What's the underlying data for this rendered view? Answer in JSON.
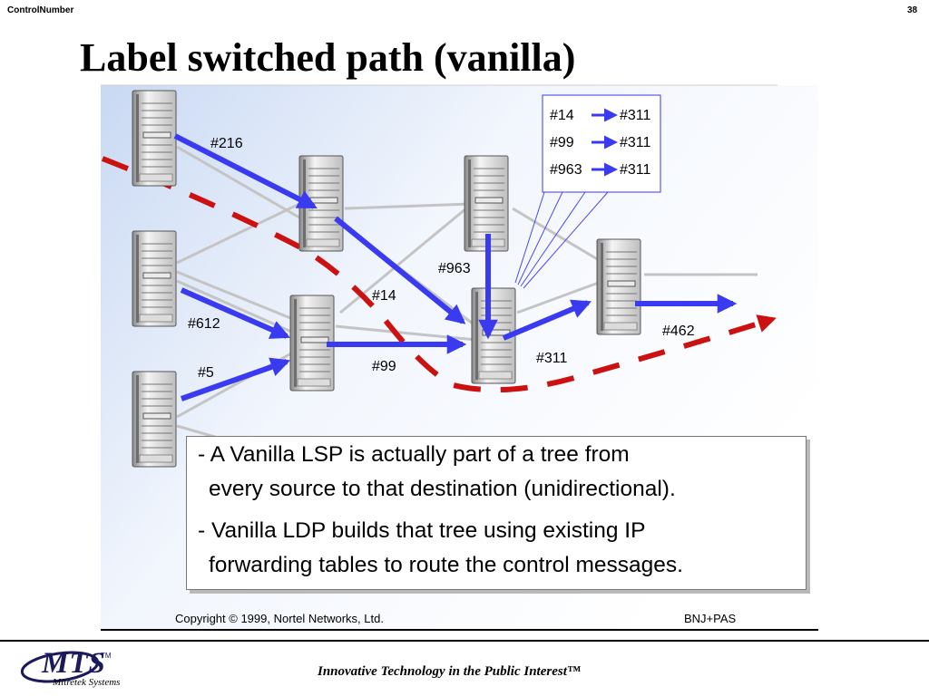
{
  "header": {
    "left_label": "ControlNumber",
    "page_number": "38"
  },
  "slide_title": "Label switched path (vanilla)",
  "diagram": {
    "labels": {
      "l216": "#216",
      "l612": "#612",
      "l5": "#5",
      "l14": "#14",
      "l99": "#99",
      "l963": "#963",
      "l311": "#311",
      "l462": "#462"
    },
    "table": [
      {
        "in": "#14",
        "out": "#311"
      },
      {
        "in": "#99",
        "out": "#311"
      },
      {
        "in": "#963",
        "out": "#311"
      }
    ],
    "colors": {
      "arrow": "#3a3af0",
      "dashed_path": "#cc1111",
      "link": "#c4c4c4",
      "background_start": "#c9d9f3"
    }
  },
  "note": {
    "line1": "- A Vanilla LSP is actually part of a tree from",
    "line2": "every source to that destination (unidirectional).",
    "line3": "- Vanilla LDP builds that tree using existing IP",
    "line4": "forwarding tables to route the control messages."
  },
  "copyright": "Copyright  © 1999, Nortel Networks, Ltd.",
  "credit": "BNJ+PAS",
  "footer": {
    "logo": "MTS",
    "logo_tm": "TM",
    "logo_sub": "Mitretek Systems",
    "tagline": "Innovative Technology in the Public Interest™"
  }
}
